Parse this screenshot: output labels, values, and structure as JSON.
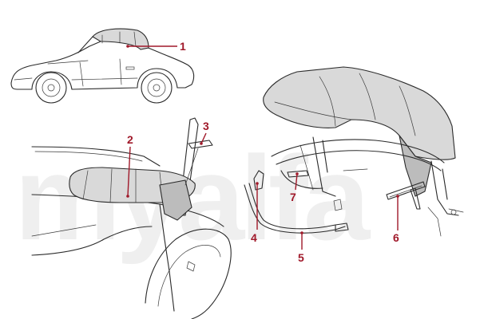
{
  "watermark": {
    "text": "myalfa"
  },
  "callouts": [
    {
      "id": "1",
      "label": "1"
    },
    {
      "id": "2",
      "label": "2"
    },
    {
      "id": "3",
      "label": "3"
    },
    {
      "id": "4",
      "label": "4"
    },
    {
      "id": "5",
      "label": "5"
    },
    {
      "id": "6",
      "label": "6"
    },
    {
      "id": "7",
      "label": "7"
    }
  ],
  "colors": {
    "callout": "#a0192a",
    "line": "#2a2a2a",
    "fabric": "#d9d9d9",
    "watermark": "#efefef"
  }
}
